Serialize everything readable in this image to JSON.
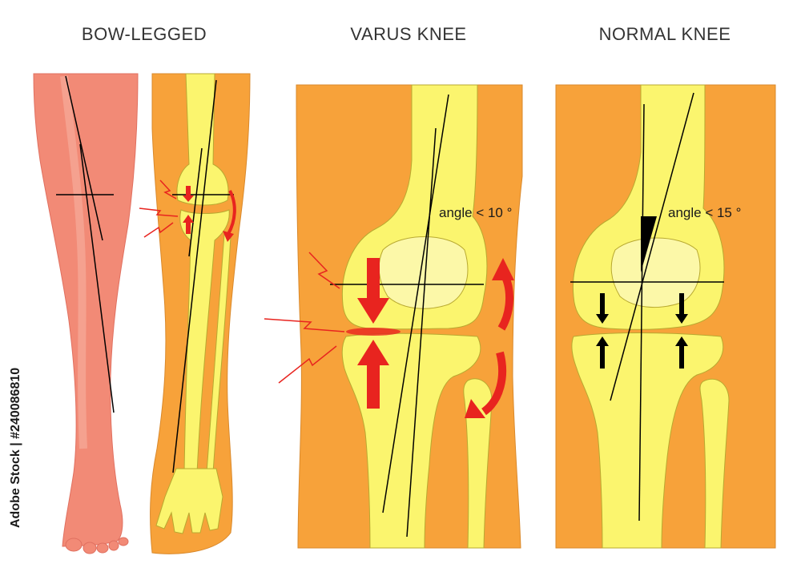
{
  "panels": {
    "bow_legged": {
      "title": "BOW-LEGGED"
    },
    "varus_knee": {
      "title": "VARUS KNEE",
      "angle_label": "angle < 10 °"
    },
    "normal_knee": {
      "title": "NORMAL KNEE",
      "angle_label": "angle < 15 °"
    }
  },
  "credit": {
    "text": "Adobe Stock | #240086810"
  },
  "colors": {
    "skin": "#f28a76",
    "skin_light": "#f6b0a0",
    "orange_bg": "#f7a23a",
    "bone": "#fbf56e",
    "bone_light": "#fcf8a8",
    "arrow_red": "#e8241f",
    "line": "#000000"
  }
}
